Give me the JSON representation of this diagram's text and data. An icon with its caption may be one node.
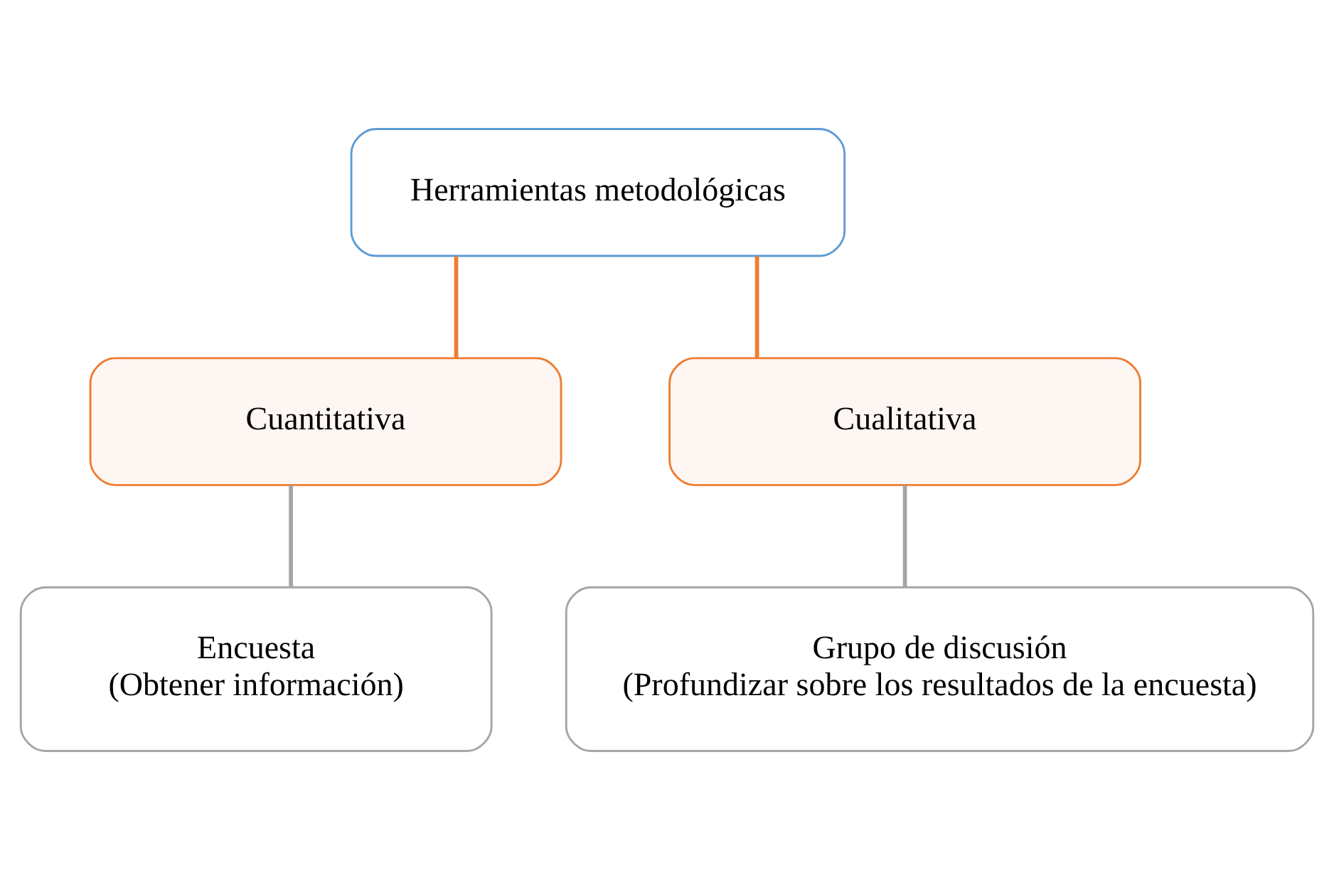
{
  "diagram": {
    "nodes": [
      {
        "text": [
          "Herramientas metodológicas"
        ]
      },
      {
        "text": [
          "Cuantitativa"
        ]
      },
      {
        "text": [
          "Cualitativa"
        ]
      },
      {
        "text": [
          "Encuesta",
          "(Obtener información)"
        ]
      },
      {
        "text": [
          "Grupo de discusión",
          "(Profundizar sobre los resultados de la encuesta)"
        ]
      }
    ],
    "edges": [
      {
        "from": 0,
        "to": 1,
        "arrow": "none",
        "color": "#ed7d31"
      },
      {
        "from": 0,
        "to": 2,
        "arrow": "none",
        "color": "#ed7d31"
      },
      {
        "from": 1,
        "to": 3,
        "arrow": "none",
        "color": "#a5a5a5"
      },
      {
        "from": 2,
        "to": 4,
        "arrow": "none",
        "color": "#a5a5a5"
      }
    ]
  }
}
